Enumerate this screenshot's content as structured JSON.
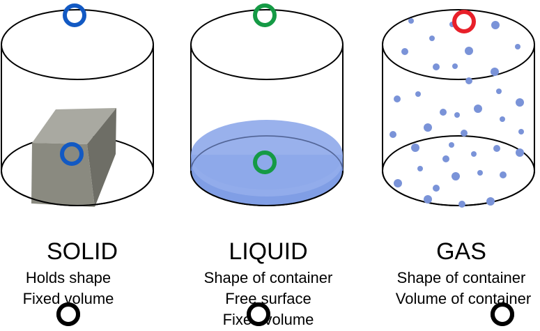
{
  "panels": [
    {
      "title": "SOLID",
      "lines": [
        "Holds shape",
        "Fixed volume"
      ],
      "content": "solid-block",
      "markers": [
        "blue",
        "blue",
        "black"
      ]
    },
    {
      "title": "LIQUID",
      "lines": [
        "Shape of container",
        "Free surface",
        "Fixed volume"
      ],
      "content": "liquid",
      "markers": [
        "green",
        "green",
        "black"
      ]
    },
    {
      "title": "GAS",
      "lines": [
        "Shape of container",
        "Volume of container"
      ],
      "content": "gas-particles",
      "markers": [
        "red",
        "black"
      ]
    }
  ],
  "colors": {
    "marker_blue": "#1259c3",
    "marker_green": "#159a45",
    "marker_red": "#e8202a",
    "marker_black": "#000000",
    "solid_block": "#8a8a80",
    "liquid_fill": "#7f9ee8",
    "gas_particle": "#7a93d8",
    "outline": "#000000"
  }
}
